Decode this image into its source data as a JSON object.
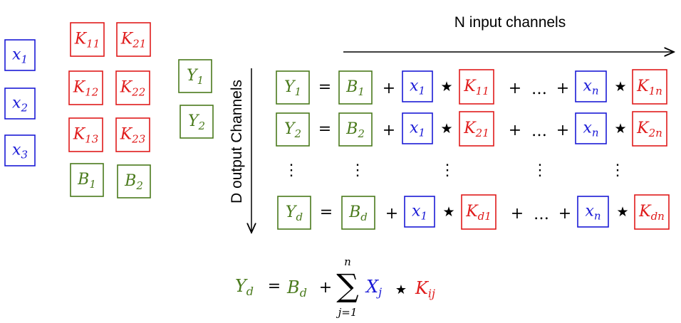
{
  "colors": {
    "input": "#1a1ad6",
    "kernel": "#e01b1b",
    "output": "#4a7a1c",
    "bias": "#4a7a1c",
    "ink": "#000000"
  },
  "legend": {
    "inputs": [
      {
        "base": "x",
        "sub": "1"
      },
      {
        "base": "x",
        "sub": "2"
      },
      {
        "base": "x",
        "sub": "3"
      }
    ],
    "kernels": [
      {
        "base": "K",
        "sub": "11"
      },
      {
        "base": "K",
        "sub": "21"
      },
      {
        "base": "K",
        "sub": "12"
      },
      {
        "base": "K",
        "sub": "22"
      },
      {
        "base": "K",
        "sub": "13"
      },
      {
        "base": "K",
        "sub": "23"
      }
    ],
    "biases": [
      {
        "base": "B",
        "sub": "1"
      },
      {
        "base": "B",
        "sub": "2"
      }
    ],
    "outputs": [
      {
        "base": "Y",
        "sub": "1"
      },
      {
        "base": "Y",
        "sub": "2"
      }
    ]
  },
  "axes": {
    "input_label": "N input channels",
    "output_label": "D output Channels"
  },
  "rows": [
    {
      "y": {
        "base": "Y",
        "sub": "1"
      },
      "b": {
        "base": "B",
        "sub": "1"
      },
      "x1": {
        "base": "x",
        "sub": "1"
      },
      "k1": {
        "base": "K",
        "sub": "11"
      },
      "xn": {
        "base": "x",
        "sub": "n"
      },
      "kn": {
        "base": "K",
        "sub": "1n"
      }
    },
    {
      "y": {
        "base": "Y",
        "sub": "2"
      },
      "b": {
        "base": "B",
        "sub": "2"
      },
      "x1": {
        "base": "x",
        "sub": "1"
      },
      "k1": {
        "base": "K",
        "sub": "21"
      },
      "xn": {
        "base": "x",
        "sub": "n"
      },
      "kn": {
        "base": "K",
        "sub": "2n"
      }
    },
    {
      "y": {
        "base": "Y",
        "sub": "d"
      },
      "b": {
        "base": "B",
        "sub": "d"
      },
      "x1": {
        "base": "x",
        "sub": "1"
      },
      "k1": {
        "base": "K",
        "sub": "d1"
      },
      "xn": {
        "base": "x",
        "sub": "n"
      },
      "kn": {
        "base": "K",
        "sub": "dn"
      }
    }
  ],
  "operators": {
    "equals": "=",
    "plus": "+",
    "star": "★",
    "ellipsis": "…",
    "vdots": "⋮"
  },
  "formula": {
    "y": {
      "base": "Y",
      "sub": "d"
    },
    "b": {
      "base": "B",
      "sub": "d"
    },
    "sum_symbol": "∑",
    "sum_upper": "n",
    "sum_lower": "j=1",
    "x": {
      "base": "X",
      "sub": "j"
    },
    "k": {
      "base": "K",
      "sub": "ij"
    }
  }
}
